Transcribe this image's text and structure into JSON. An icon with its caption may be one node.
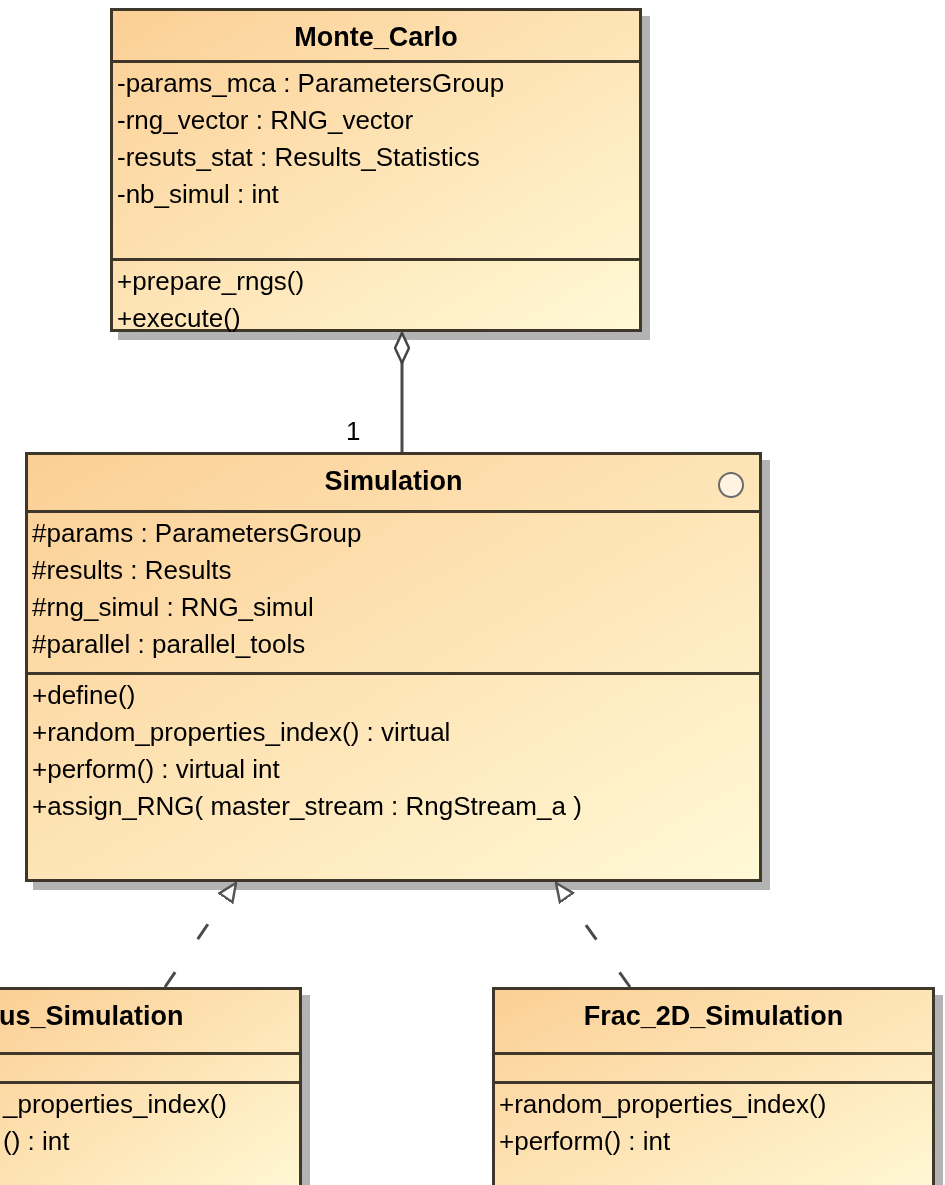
{
  "diagram": {
    "nodes": [
      {
        "text": [
          "Monte_Carlo"
        ]
      },
      {
        "text": [
          "-params_mca : ParametersGroup",
          "-rng_vector : RNG_vector",
          "-resuts_stat : Results_Statistics",
          "-nb_simul : int"
        ],
        "in": 0
      },
      {
        "text": [
          "+prepare_rngs()",
          "+execute()"
        ],
        "in": 0
      },
      {
        "text": [
          "Simulation"
        ]
      },
      {
        "text": [
          "#params : ParametersGroup",
          "#results : Results",
          "#rng_simul : RNG_simul",
          "#parallel : parallel_tools"
        ],
        "in": 3
      },
      {
        "text": [
          "+define()",
          "+random_properties_index() : virtual",
          "+perform() : virtual int",
          "+assign_RNG( master_stream : RngStream_a )"
        ],
        "in": 3
      },
      {
        "text": [
          "us_Simulation"
        ]
      },
      {
        "text": [],
        "shape": "box",
        "in": 6
      },
      {
        "text": [
          "_properties_index()",
          "() : int"
        ],
        "in": 6
      },
      {
        "text": [
          "Frac_2D_Simulation"
        ]
      },
      {
        "text": [],
        "shape": "box",
        "in": 9
      },
      {
        "text": [
          "+random_properties_index()",
          "+perform() : int"
        ],
        "in": 9
      }
    ],
    "edges": [
      {
        "from": 3,
        "to": 0,
        "arrow": "other",
        "label": "1"
      },
      {
        "from": 6,
        "to": 3,
        "arrow": "to",
        "style": "dashed"
      },
      {
        "from": 9,
        "to": 3,
        "arrow": "to",
        "style": "dashed"
      }
    ]
  }
}
